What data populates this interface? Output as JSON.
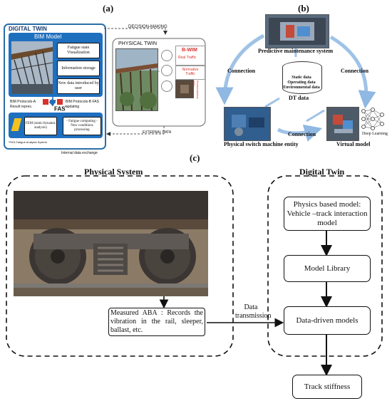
{
  "panel_labels": {
    "a": "(a)",
    "b": "(b)",
    "c": "(c)"
  },
  "panel_a": {
    "digital_twin_title": "DIGITAL TWIN",
    "bim_model_title": "BIM Model",
    "bim_items": [
      "Fatigue state Visualization",
      "Information storage",
      "New data introduced by user"
    ],
    "decision_making": "DECISION-MAKING",
    "physical_twin_title": "PHYSICAL TWIN",
    "bwim": "B-WIM",
    "real_traffic": "Real Traffic",
    "normative_traffic": "Normative Traffic",
    "environmental_data": "Environmental data",
    "protocol_a": "BIM Protocols-A Result repres.",
    "protocol_b": "BIM Protocols-B FAS updating",
    "fas_title": "FAS",
    "fas_superscript": "*",
    "fem": "FEM (static/dynamic analysis)",
    "fatigue_items": "- Fatigue computing - New conditions processing",
    "external_data": "EXTERNAL DATA",
    "footnote": "*FAS-Fatigue Analysis System",
    "internal_exchange": "Internal data exchange"
  },
  "panel_b": {
    "predictive": "Predictive maintenance system",
    "connection_left": "Connection",
    "connection_right": "Connection",
    "connection_bottom": "Connection",
    "static_data": "Static data",
    "operating_data": "Operating data",
    "environmental_data": "Environmental data",
    "dt_data": "DT data",
    "physical_entity": "Physical switch machine entity",
    "virtual_model": "Virtual model",
    "deep_learning": "Deep Learning"
  },
  "panel_c": {
    "physical_system_title": "Physical System",
    "digital_twin_title": "Digital Twin",
    "measured_aba": "Measured ABA : Records the vibration in the rail, sleeper, ballast, etc.",
    "data_transmission": "Data transmission",
    "physics_model": "Physics based model: Vehicle –track interaction model",
    "model_library": "Model Library",
    "data_driven": "Data-driven models",
    "track_stiffness": "Track stiffness"
  },
  "colors": {
    "bim_blue": "#1f6fbf",
    "arrow_blue": "#9fc3e6",
    "panel_border": "#2a6fa8",
    "red": "#d9312b"
  }
}
